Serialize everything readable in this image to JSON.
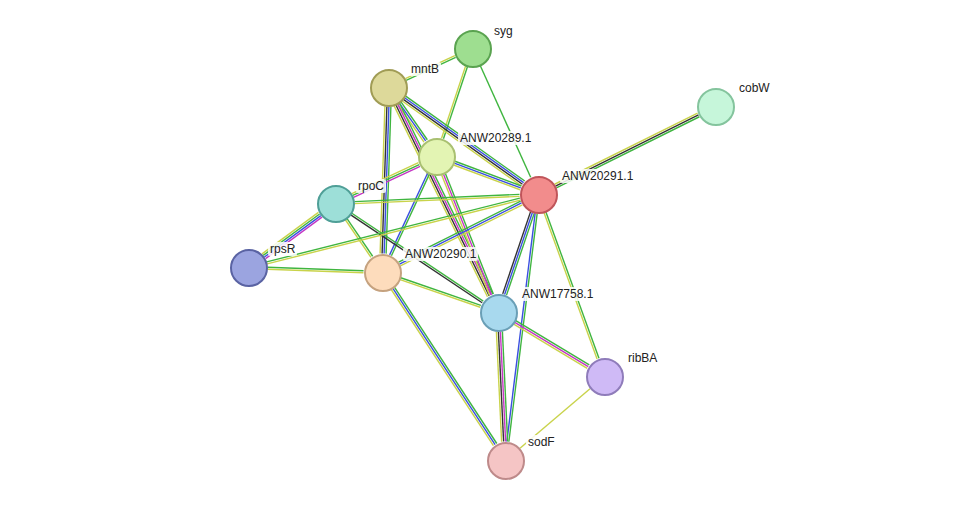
{
  "diagram": {
    "nodes": [
      {
        "text": [
          "syg"
        ]
      },
      {
        "text": [
          "mntB"
        ]
      },
      {
        "text": [
          "cobW"
        ]
      },
      {
        "text": [
          "ANW20289.1"
        ]
      },
      {
        "text": [
          "rpoC"
        ]
      },
      {
        "text": [
          "ANW20291.1"
        ]
      },
      {
        "text": [
          "rpsR"
        ]
      },
      {
        "text": [
          "ANW20290.1"
        ]
      },
      {
        "text": [
          "ANW17758.1"
        ]
      },
      {
        "text": [
          "ribBA"
        ]
      },
      {
        "text": [
          "sodF"
        ]
      }
    ],
    "edges": [
      {
        "from": 0,
        "to": 1,
        "arrow": "none"
      },
      {
        "from": 0,
        "to": 3,
        "arrow": "none"
      },
      {
        "from": 0,
        "to": 5,
        "arrow": "none"
      },
      {
        "from": 1,
        "to": 3,
        "arrow": "none"
      },
      {
        "from": 1,
        "to": 5,
        "arrow": "none"
      },
      {
        "from": 1,
        "to": 7,
        "arrow": "none"
      },
      {
        "from": 1,
        "to": 8,
        "arrow": "none"
      },
      {
        "from": 2,
        "to": 5,
        "arrow": "none"
      },
      {
        "from": 3,
        "to": 5,
        "arrow": "none"
      },
      {
        "from": 3,
        "to": 4,
        "arrow": "none"
      },
      {
        "from": 3,
        "to": 7,
        "arrow": "none"
      },
      {
        "from": 3,
        "to": 8,
        "arrow": "none"
      },
      {
        "from": 4,
        "to": 5,
        "arrow": "none"
      },
      {
        "from": 4,
        "to": 6,
        "arrow": "none"
      },
      {
        "from": 4,
        "to": 7,
        "arrow": "none"
      },
      {
        "from": 4,
        "to": 8,
        "arrow": "none"
      },
      {
        "from": 6,
        "to": 5,
        "arrow": "none"
      },
      {
        "from": 6,
        "to": 7,
        "arrow": "none"
      },
      {
        "from": 7,
        "to": 5,
        "arrow": "none"
      },
      {
        "from": 7,
        "to": 8,
        "arrow": "none"
      },
      {
        "from": 7,
        "to": 10,
        "arrow": "none"
      },
      {
        "from": 5,
        "to": 8,
        "arrow": "none"
      },
      {
        "from": 5,
        "to": 10,
        "arrow": "none"
      },
      {
        "from": 5,
        "to": 9,
        "arrow": "none"
      },
      {
        "from": 8,
        "to": 9,
        "arrow": "none"
      },
      {
        "from": 8,
        "to": 10,
        "arrow": "none"
      },
      {
        "from": 9,
        "to": 10,
        "arrow": "none"
      }
    ]
  }
}
